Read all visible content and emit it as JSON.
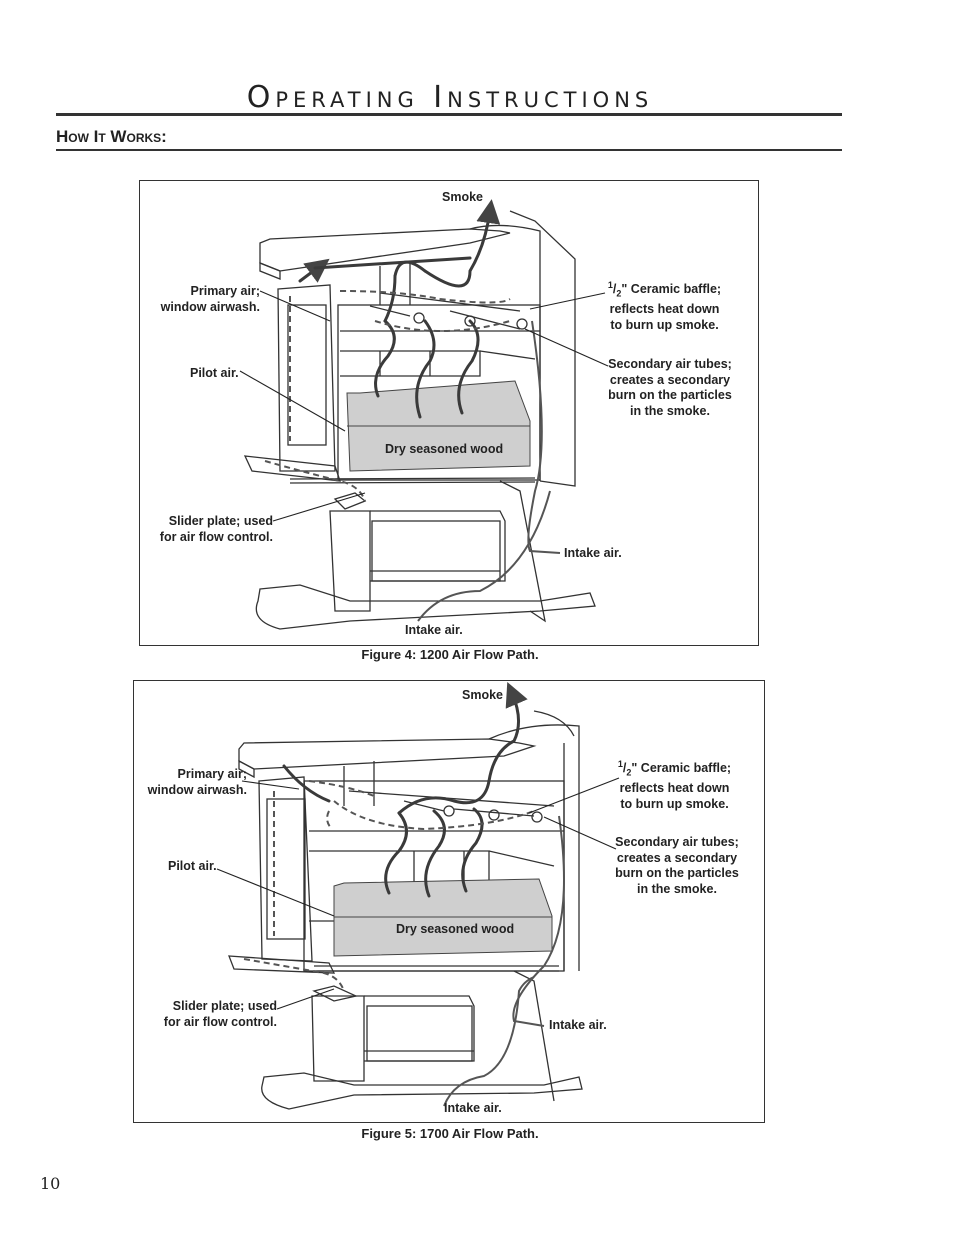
{
  "header": {
    "title": "Operating Instructions",
    "section": "How It Works:"
  },
  "figure1": {
    "caption": "Figure 4: 1200 Air Flow Path.",
    "labels": {
      "smoke": "Smoke",
      "primary_line1": "Primary air;",
      "primary_line2": "window airwash.",
      "baffle_sup": "1",
      "baffle_sub": "2",
      "baffle_line1": "\" Ceramic baffle;",
      "baffle_line2": "reflects heat down",
      "baffle_line3": "to burn up smoke.",
      "pilot": "Pilot air.",
      "secondary_line1": "Secondary air tubes;",
      "secondary_line2": "creates a secondary",
      "secondary_line3": "burn on the particles",
      "secondary_line4": "in the smoke.",
      "wood": "Dry seasoned wood",
      "slider_line1": "Slider plate; used",
      "slider_line2": "for air flow control.",
      "intake_right": "Intake air.",
      "intake_bottom": "Intake air."
    }
  },
  "figure2": {
    "caption": "Figure 5: 1700 Air Flow Path.",
    "labels": {
      "smoke": "Smoke",
      "primary_line1": "Primary air;",
      "primary_line2": "window airwash.",
      "baffle_sup": "1",
      "baffle_sub": "2",
      "baffle_line1": "\" Ceramic baffle;",
      "baffle_line2": "reflects heat down",
      "baffle_line3": "to burn up smoke.",
      "pilot": "Pilot air.",
      "secondary_line1": "Secondary air tubes;",
      "secondary_line2": "creates a secondary",
      "secondary_line3": "burn on the particles",
      "secondary_line4": "in the smoke.",
      "wood": "Dry seasoned wood",
      "slider_line1": "Slider plate; used",
      "slider_line2": "for air flow control.",
      "intake_right": "Intake air.",
      "intake_bottom": "Intake air."
    }
  },
  "footer": {
    "page_number": "10"
  }
}
